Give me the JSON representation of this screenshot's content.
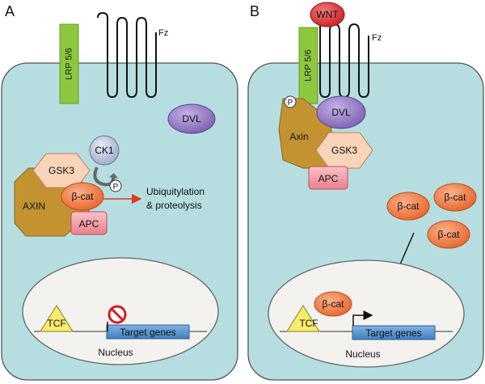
{
  "panels": [
    {
      "label": "A",
      "receptor": "LRP 5/6",
      "frizzled": "Fz",
      "dvl": "DVL",
      "gsk3": "GSK3",
      "axin": "AXIN",
      "beta_cat": "β-cat",
      "phospho": "P",
      "ck1": "CK1",
      "apc": "APC",
      "fate_line1": "Ubiquitylation",
      "fate_line2": "& proteolysis",
      "tcf": "TCF",
      "target": "Target genes",
      "nucleus": "Nucleus"
    },
    {
      "label": "B",
      "wnt": "WNT",
      "receptor": "LRP 5/6",
      "frizzled": "Fz",
      "phospho": "P",
      "dvl": "DVL",
      "axin": "Axin",
      "gsk3": "GSK3",
      "apc": "APC",
      "free_beta_cat": [
        "β-cat",
        "β-cat",
        "β-cat"
      ],
      "nuclear_beta_cat": "β-cat",
      "tcf": "TCF",
      "target": "Target genes",
      "nucleus": "Nucleus"
    }
  ],
  "colors": {
    "cell_fill": "#b6dee0",
    "lrp": "#8dc63f",
    "dvl": "#9b7fc8",
    "gsk3": "#f9d4b8",
    "axin": "#c39332",
    "beta_cat": "#f07c40",
    "apc": "#f5a3ae",
    "ck1": "#c5cfe6",
    "wnt": "#e8252e",
    "tcf": "#f7ec6c",
    "target": "#5b9bd5",
    "nucleus_fill": "#f3f2ef",
    "arrow_red": "#e03a1f",
    "no_sign": "#d42020"
  }
}
